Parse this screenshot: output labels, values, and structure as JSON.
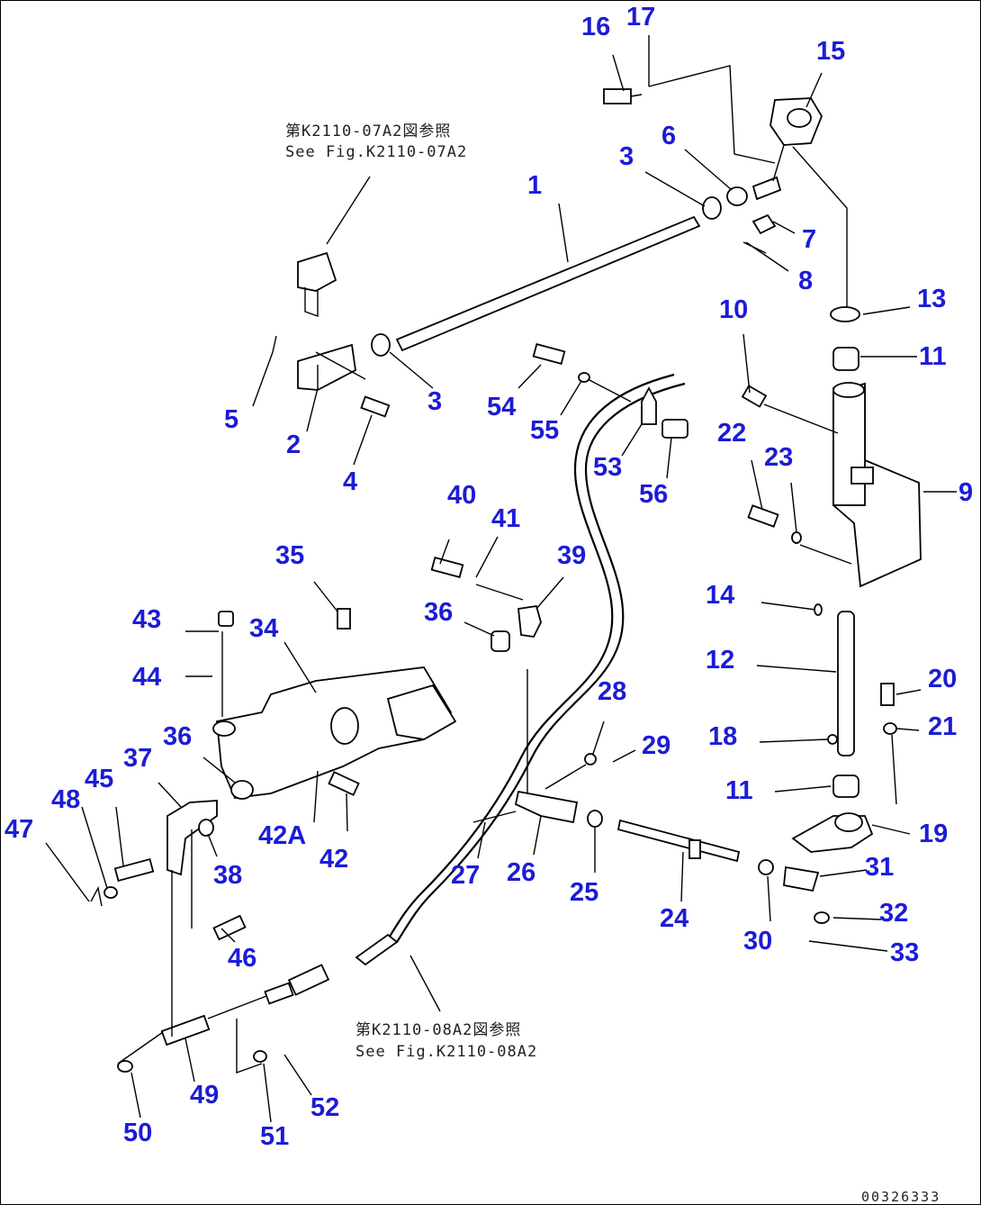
{
  "drawing": {
    "code": "00326333",
    "refs": [
      {
        "jp": "第K2110-07A2図参照",
        "en": "See Fig.K2110-07A2"
      },
      {
        "jp": "第K2110-08A2図参照",
        "en": "See Fig.K2110-08A2"
      }
    ]
  },
  "labels": [
    "1",
    "2",
    "3",
    "3",
    "4",
    "5",
    "6",
    "7",
    "8",
    "9",
    "10",
    "11",
    "11",
    "12",
    "13",
    "14",
    "15",
    "16",
    "17",
    "18",
    "19",
    "20",
    "21",
    "22",
    "23",
    "24",
    "25",
    "26",
    "27",
    "28",
    "29",
    "30",
    "31",
    "32",
    "33",
    "34",
    "35",
    "36",
    "36",
    "37",
    "38",
    "39",
    "40",
    "41",
    "42",
    "42A",
    "43",
    "44",
    "45",
    "46",
    "47",
    "48",
    "49",
    "50",
    "51",
    "52",
    "53",
    "54",
    "55",
    "56"
  ],
  "colors": {
    "label": "#1c1cd6",
    "line": "#000000"
  }
}
